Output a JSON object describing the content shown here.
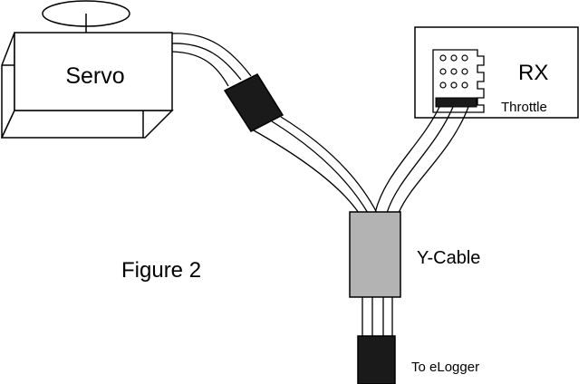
{
  "figure": {
    "caption": "Figure 2",
    "components": {
      "servo": {
        "label": "Servo"
      },
      "receiver": {
        "label": "RX",
        "port_label": "Throttle"
      },
      "y_cable": {
        "label": "Y-Cable"
      },
      "logger_connector": {
        "label": "To eLogger"
      }
    },
    "colors": {
      "line": "#000000",
      "connector": "#1a1a1a",
      "y_cable_body": "#b3b3b3",
      "background": "#ffffff"
    }
  }
}
